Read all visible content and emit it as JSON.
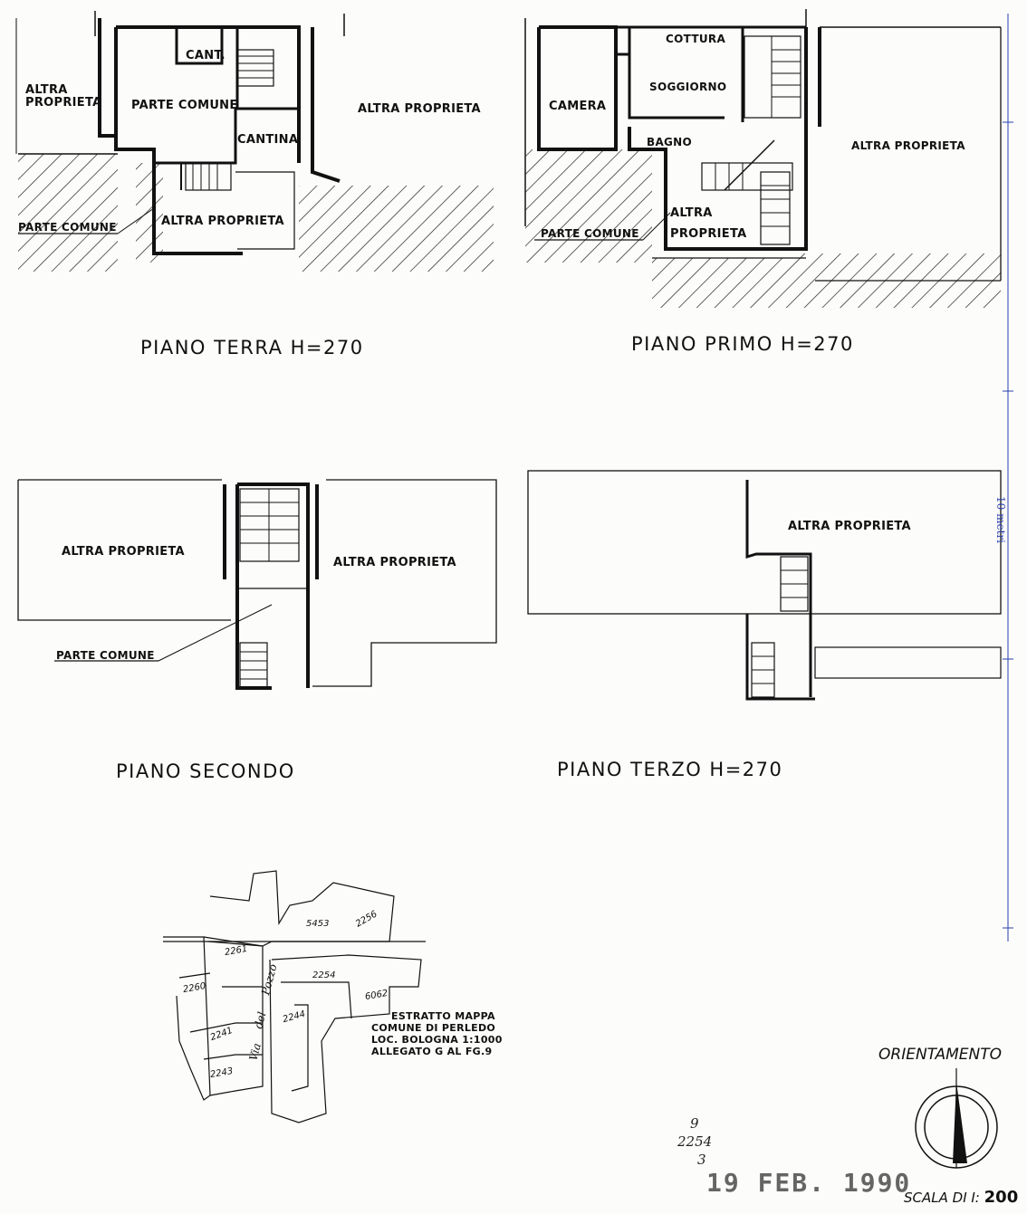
{
  "floors": {
    "terra": {
      "title": "PIANO TERRA H=270",
      "labels": {
        "altra_proprieta_left": "ALTRA\nPROPRIETA",
        "cant": "CANT.",
        "parte_comune": "PARTE COMUNE",
        "cantina": "CANTINA",
        "altra_proprieta_right": "ALTRA PROPRIETA",
        "parte_comune_bottom": "PARTE COMUNE",
        "altra_proprieta_bottom": "ALTRA PROPRIETA"
      }
    },
    "primo": {
      "title": "PIANO PRIMO H=270",
      "labels": {
        "camera": "CAMERA",
        "cottura": "COTTURA",
        "soggiorno": "SOGGIORNO",
        "bagno": "BAGNO",
        "altra_proprieta_right": "ALTRA PROPRIETA",
        "altra_proprieta_lower": "ALTRA\nPROPRIETA",
        "parte_comune": "PARTE COMUNE"
      }
    },
    "secondo": {
      "title": "PIANO SECONDO",
      "labels": {
        "altra_proprieta_left": "ALTRA PROPRIETA",
        "altra_proprieta_right": "ALTRA PROPRIETA",
        "parte_comune": "PARTE COMUNE"
      }
    },
    "terzo": {
      "title": "PIANO TERZO H=270",
      "labels": {
        "altra_proprieta": "ALTRA PROPRIETA"
      }
    }
  },
  "mappa": {
    "parcels": [
      "5453",
      "2256",
      "2261",
      "2260",
      "2254",
      "6062",
      "2244",
      "2241",
      "2243"
    ],
    "street": [
      "Via",
      "del",
      "Pozzo"
    ],
    "estratto": [
      "ESTRATTO MAPPA",
      "COMUNE DI PERLEDO",
      "LOC. BOLOGNA   1:1000",
      "ALLEGATO G  AL FG.9"
    ]
  },
  "orientamento_label": "ORIENTAMENTO",
  "scala": {
    "label": "SCALA DI I:",
    "value": "200"
  },
  "ruler_label": "10 metri",
  "handwritten": [
    "9",
    "2254",
    "3"
  ],
  "stamp": "19 FEB. 1990"
}
